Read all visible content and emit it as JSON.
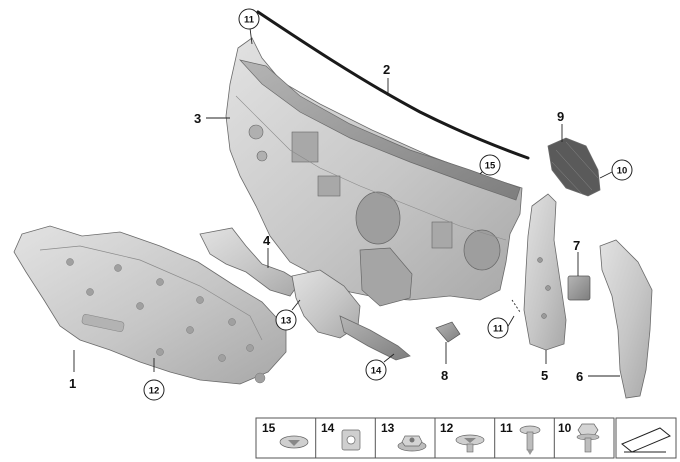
{
  "callouts": {
    "c1": "1",
    "c2": "2",
    "c3": "3",
    "c4": "4",
    "c5": "5",
    "c6": "6",
    "c7": "7",
    "c8": "8",
    "c9": "9",
    "c10": "10",
    "c11_top": "11",
    "c11_side": "11",
    "c12": "12",
    "c13": "13",
    "c14": "14",
    "c15": "15"
  },
  "fastener_legend": [
    {
      "label": "15",
      "icon": "push-rivet-icon"
    },
    {
      "label": "14",
      "icon": "clip-nut-icon"
    },
    {
      "label": "13",
      "icon": "flange-nut-icon"
    },
    {
      "label": "12",
      "icon": "expanding-rivet-icon"
    },
    {
      "label": "11",
      "icon": "push-pin-icon"
    },
    {
      "label": "10",
      "icon": "hex-bolt-icon"
    }
  ],
  "colors": {
    "part_fill": "#c9c9c9",
    "part_dark": "#9a9a9a",
    "seal": "#1a1a1a",
    "legend_border": "#555555"
  }
}
